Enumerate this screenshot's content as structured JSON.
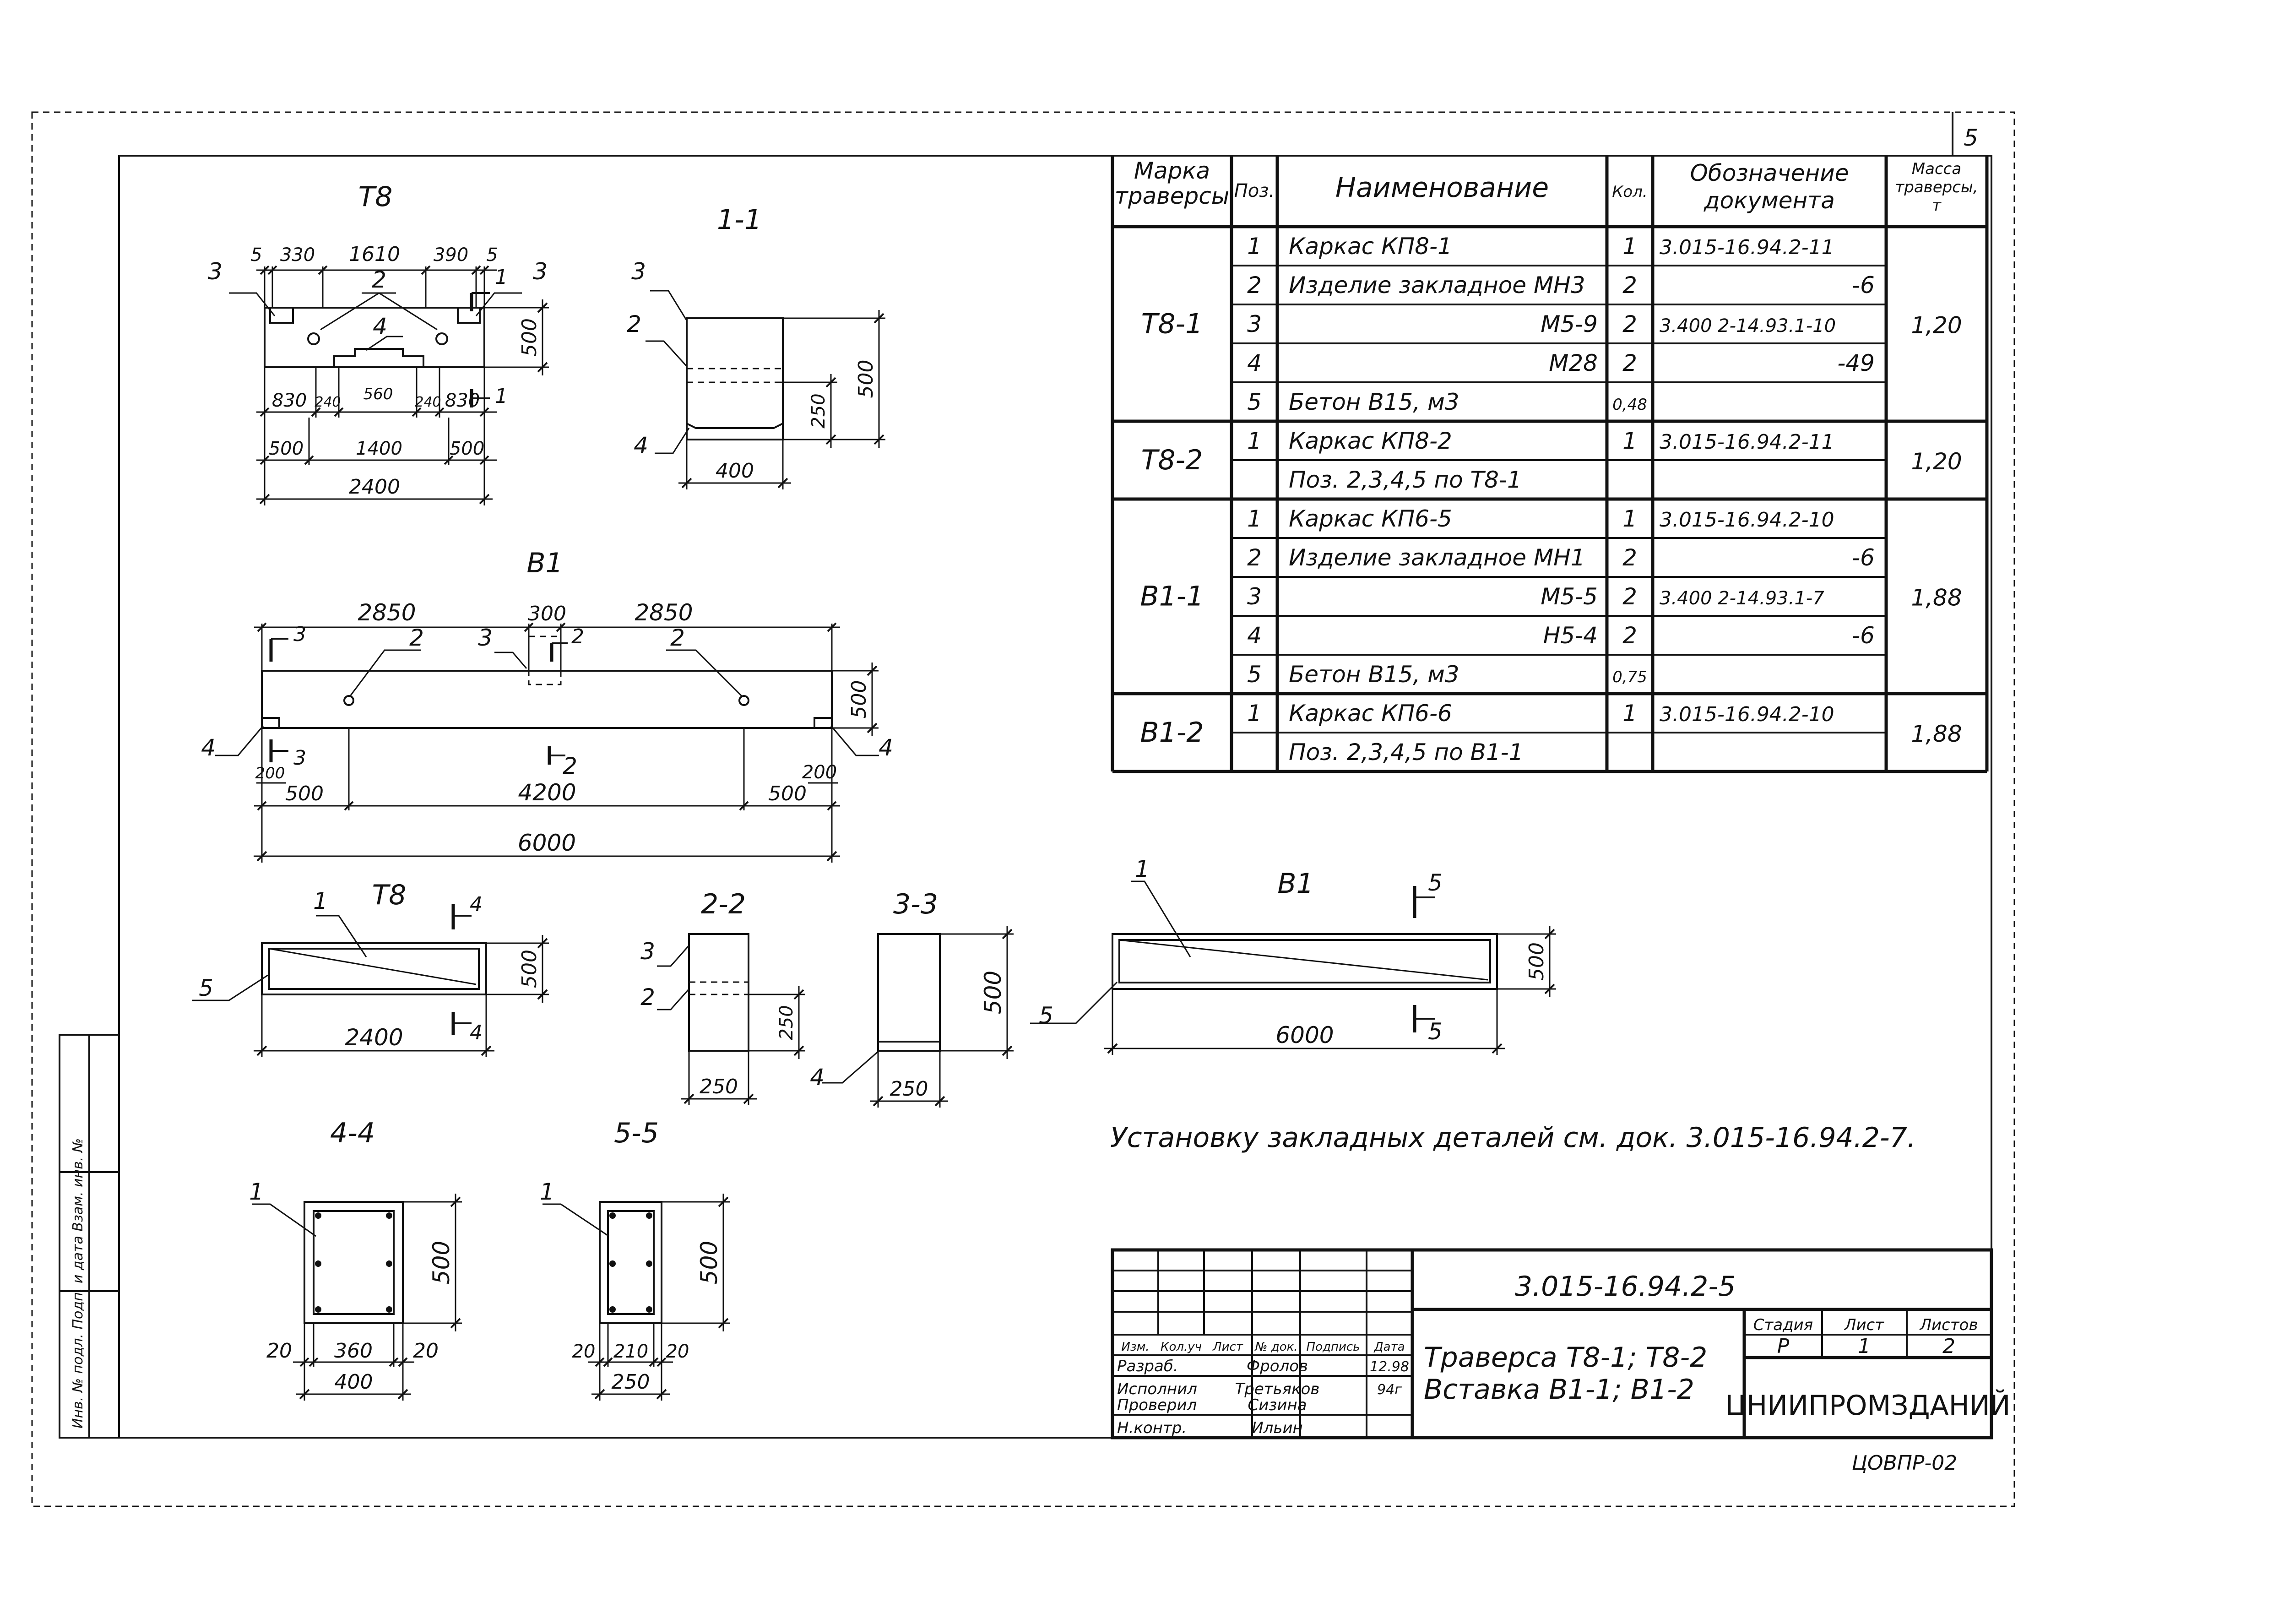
{
  "sheet_number": "5",
  "views": {
    "t8_elev": {
      "title": "Т8",
      "d_top": [
        "5",
        "330",
        "1610",
        "390",
        "5"
      ],
      "height": "500",
      "d_bot1": [
        "830",
        "240",
        "560",
        "240",
        "830"
      ],
      "d_bot2": [
        "500",
        "1400",
        "500"
      ],
      "total": "2400",
      "pos": [
        "3",
        "3",
        "2",
        "4"
      ],
      "cut": "1"
    },
    "sec_1_1": {
      "title": "1-1",
      "pos": [
        "3",
        "2",
        "4"
      ],
      "h1": "500",
      "h2": "250",
      "w": "400"
    },
    "b1_elev": {
      "title": "В1",
      "d_top": [
        "2850",
        "300",
        "2850"
      ],
      "pos": [
        "2",
        "3",
        "2",
        "2"
      ],
      "cut2": "2",
      "cut3": "3",
      "height": "500",
      "end_w": [
        "200",
        "200"
      ],
      "d_bot": [
        "500",
        "4200",
        "500"
      ],
      "total": "6000",
      "ends": [
        "4",
        "4"
      ]
    },
    "t8_plan": {
      "title": "Т8",
      "pos": [
        "1",
        "5"
      ],
      "cut": "4",
      "height": "500",
      "length": "2400"
    },
    "sec_2_2": {
      "title": "2-2",
      "pos": [
        "3",
        "2"
      ],
      "h": "250",
      "w": "250"
    },
    "sec_3_3": {
      "title": "3-3",
      "h": "500",
      "w": "250",
      "pos": "4"
    },
    "b1_plan": {
      "title": "В1",
      "pos": [
        "1",
        "5"
      ],
      "cut": "5",
      "height": "500",
      "length": "6000"
    },
    "sec_4_4": {
      "title": "4-4",
      "pos": "1",
      "h": "500",
      "d": [
        "20",
        "360",
        "20"
      ],
      "w": "400"
    },
    "sec_5_5": {
      "title": "5-5",
      "pos": "1",
      "h": "500",
      "d": [
        "20",
        "210",
        "20"
      ],
      "w": "250"
    }
  },
  "spec_table": {
    "headers": {
      "mark": [
        "Марка",
        "траверсы"
      ],
      "pos": "Поз.",
      "name": "Наименование",
      "qty": "Кол.",
      "doc": [
        "Обозначение",
        "документа"
      ],
      "mass": [
        "Масса",
        "траверсы,",
        "т"
      ]
    },
    "groups": [
      {
        "mark": "Т8-1",
        "mass": "1,20",
        "rows": [
          {
            "pos": "1",
            "name": "Каркас КП8-1",
            "qty": "1",
            "doc": "3.015-16.94.2-11"
          },
          {
            "pos": "2",
            "name": "Изделие закладное МН3",
            "qty": "2",
            "doc": "-6"
          },
          {
            "pos": "3",
            "name": "М5-9",
            "qty": "2",
            "doc": "3.400 2-14.93.1-10"
          },
          {
            "pos": "4",
            "name": "М28",
            "qty": "2",
            "doc": "-49"
          },
          {
            "pos": "5",
            "name": "Бетон В15, м3",
            "qty": "0,48",
            "doc": ""
          }
        ]
      },
      {
        "mark": "Т8-2",
        "mass": "1,20",
        "rows": [
          {
            "pos": "1",
            "name": "Каркас КП8-2",
            "qty": "1",
            "doc": "3.015-16.94.2-11"
          },
          {
            "pos": "",
            "name": "Поз. 2,3,4,5 по Т8-1",
            "qty": "",
            "doc": ""
          }
        ]
      },
      {
        "mark": "В1-1",
        "mass": "1,88",
        "rows": [
          {
            "pos": "1",
            "name": "Каркас КП6-5",
            "qty": "1",
            "doc": "3.015-16.94.2-10"
          },
          {
            "pos": "2",
            "name": "Изделие закладное МН1",
            "qty": "2",
            "doc": "-6"
          },
          {
            "pos": "3",
            "name": "М5-5",
            "qty": "2",
            "doc": "3.400 2-14.93.1-7"
          },
          {
            "pos": "4",
            "name": "Н5-4",
            "qty": "2",
            "doc": "-6"
          },
          {
            "pos": "5",
            "name": "Бетон В15, м3",
            "qty": "0,75",
            "doc": ""
          }
        ]
      },
      {
        "mark": "В1-2",
        "mass": "1,88",
        "rows": [
          {
            "pos": "1",
            "name": "Каркас КП6-6",
            "qty": "1",
            "doc": "3.015-16.94.2-10"
          },
          {
            "pos": "",
            "name": "Поз. 2,3,4,5 по В1-1",
            "qty": "",
            "doc": ""
          }
        ]
      }
    ]
  },
  "note": "Установку закладных деталей см. док. 3.015-16.94.2-7.",
  "side_stamp": "Инв. № подл. Подп. и дата Взам. инв. №",
  "title_block": {
    "doc_code": "3.015-16.94.2-5",
    "head": [
      "Изм.",
      "Кол.уч",
      "Лист",
      "№ док.",
      "Подпись",
      "Дата"
    ],
    "people": [
      {
        "role": "Разраб.",
        "name": "Фролов",
        "date": "12.98"
      },
      {
        "role": "Исполнил",
        "name": "Третьяков",
        "date": "94г"
      },
      {
        "role": "Проверил",
        "name": "Сизина",
        "date": ""
      },
      {
        "role": "Н.контр.",
        "name": "Ильин",
        "date": ""
      }
    ],
    "title_lines": [
      "Траверса Т8-1; Т8-2",
      "Вставка В1-1; В1-2"
    ],
    "stage_label": "Стадия",
    "sheet_label": "Лист",
    "sheets_label": "Листов",
    "stage": "Р",
    "sheet": "1",
    "sheets": "2",
    "org": "ЦНИИПРОМЗДАНИЙ",
    "archive": "ЦОВПР-02"
  }
}
